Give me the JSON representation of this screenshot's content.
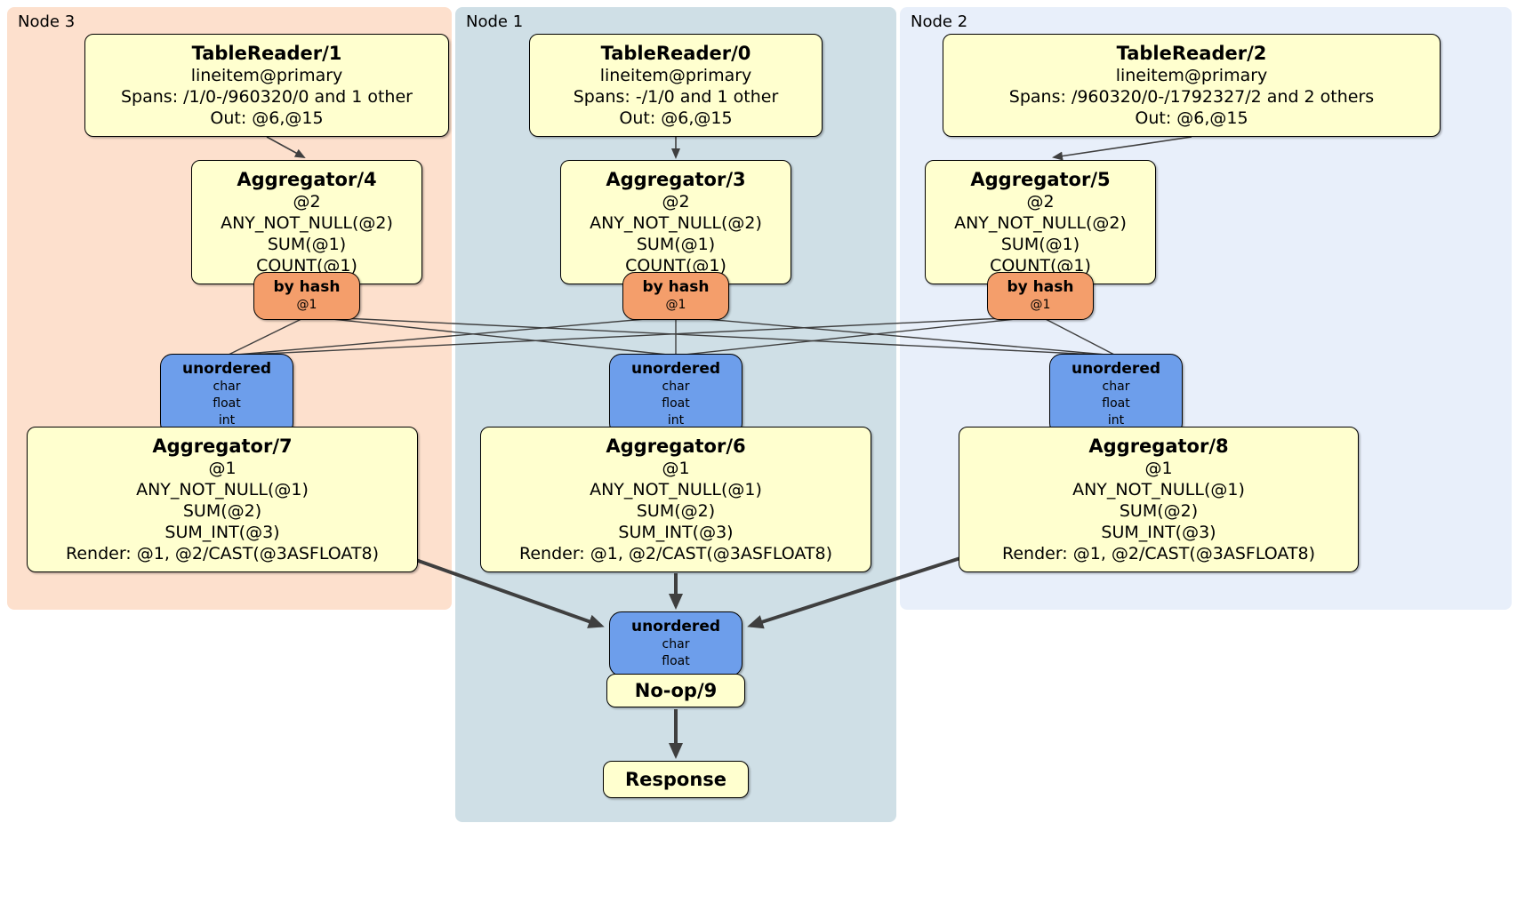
{
  "nodes": [
    {
      "label": "Node 3",
      "table_reader": {
        "title": "TableReader/1",
        "lines": [
          "lineitem@primary",
          "Spans: /1/0-/960320/0 and 1 other",
          "Out: @6,@15"
        ]
      },
      "aggregator_upper": {
        "title": "Aggregator/4",
        "lines": [
          "@2",
          "ANY_NOT_NULL(@2)",
          "SUM(@1)",
          "COUNT(@1)"
        ]
      },
      "router": {
        "title": "by hash",
        "lines": [
          "@1"
        ]
      },
      "sync": {
        "title": "unordered",
        "lines": [
          "char",
          "float",
          "int"
        ]
      },
      "aggregator_lower": {
        "title": "Aggregator/7",
        "lines": [
          "@1",
          "ANY_NOT_NULL(@1)",
          "SUM(@2)",
          "SUM_INT(@3)",
          "Render: @1, @2/CAST(@3ASFLOAT8)"
        ]
      }
    },
    {
      "label": "Node 1",
      "table_reader": {
        "title": "TableReader/0",
        "lines": [
          "lineitem@primary",
          "Spans: -/1/0 and 1 other",
          "Out: @6,@15"
        ]
      },
      "aggregator_upper": {
        "title": "Aggregator/3",
        "lines": [
          "@2",
          "ANY_NOT_NULL(@2)",
          "SUM(@1)",
          "COUNT(@1)"
        ]
      },
      "router": {
        "title": "by hash",
        "lines": [
          "@1"
        ]
      },
      "sync": {
        "title": "unordered",
        "lines": [
          "char",
          "float",
          "int"
        ]
      },
      "aggregator_lower": {
        "title": "Aggregator/6",
        "lines": [
          "@1",
          "ANY_NOT_NULL(@1)",
          "SUM(@2)",
          "SUM_INT(@3)",
          "Render: @1, @2/CAST(@3ASFLOAT8)"
        ]
      }
    },
    {
      "label": "Node 2",
      "table_reader": {
        "title": "TableReader/2",
        "lines": [
          "lineitem@primary",
          "Spans: /960320/0-/1792327/2 and 2 others",
          "Out: @6,@15"
        ]
      },
      "aggregator_upper": {
        "title": "Aggregator/5",
        "lines": [
          "@2",
          "ANY_NOT_NULL(@2)",
          "SUM(@1)",
          "COUNT(@1)"
        ]
      },
      "router": {
        "title": "by hash",
        "lines": [
          "@1"
        ]
      },
      "sync": {
        "title": "unordered",
        "lines": [
          "char",
          "float",
          "int"
        ]
      },
      "aggregator_lower": {
        "title": "Aggregator/8",
        "lines": [
          "@1",
          "ANY_NOT_NULL(@1)",
          "SUM(@2)",
          "SUM_INT(@3)",
          "Render: @1, @2/CAST(@3ASFLOAT8)"
        ]
      }
    }
  ],
  "final_stage": {
    "sync": {
      "title": "unordered",
      "lines": [
        "char",
        "float"
      ]
    },
    "noop": {
      "title": "No-op/9"
    },
    "response": {
      "title": "Response"
    }
  },
  "edges": [
    {
      "from": "TableReader/1",
      "to": "Aggregator/4"
    },
    {
      "from": "TableReader/0",
      "to": "Aggregator/3"
    },
    {
      "from": "TableReader/2",
      "to": "Aggregator/5"
    },
    {
      "from": "Aggregator/4",
      "to": "by hash @1 (Node 3)"
    },
    {
      "from": "Aggregator/3",
      "to": "by hash @1 (Node 1)"
    },
    {
      "from": "Aggregator/5",
      "to": "by hash @1 (Node 2)"
    },
    {
      "from": "by hash (Node 3)",
      "to": "unordered (Node 3)"
    },
    {
      "from": "by hash (Node 3)",
      "to": "unordered (Node 1)"
    },
    {
      "from": "by hash (Node 3)",
      "to": "unordered (Node 2)"
    },
    {
      "from": "by hash (Node 1)",
      "to": "unordered (Node 3)"
    },
    {
      "from": "by hash (Node 1)",
      "to": "unordered (Node 1)"
    },
    {
      "from": "by hash (Node 1)",
      "to": "unordered (Node 2)"
    },
    {
      "from": "by hash (Node 2)",
      "to": "unordered (Node 3)"
    },
    {
      "from": "by hash (Node 2)",
      "to": "unordered (Node 1)"
    },
    {
      "from": "by hash (Node 2)",
      "to": "unordered (Node 2)"
    },
    {
      "from": "unordered (Node 3)",
      "to": "Aggregator/7"
    },
    {
      "from": "unordered (Node 1)",
      "to": "Aggregator/6"
    },
    {
      "from": "unordered (Node 2)",
      "to": "Aggregator/8"
    },
    {
      "from": "Aggregator/7",
      "to": "unordered (final)"
    },
    {
      "from": "Aggregator/6",
      "to": "unordered (final)"
    },
    {
      "from": "Aggregator/8",
      "to": "unordered (final)"
    },
    {
      "from": "unordered (final)",
      "to": "No-op/9"
    },
    {
      "from": "No-op/9",
      "to": "Response"
    }
  ],
  "colors": {
    "node3_bg": "#fde0cd",
    "node1_bg": "#cfdfe6",
    "node2_bg": "#e8effa",
    "processor_bg": "#ffffcf",
    "router_bg": "#f49e6b",
    "sync_bg": "#6d9eeb",
    "edge": "#3f3f3f"
  }
}
